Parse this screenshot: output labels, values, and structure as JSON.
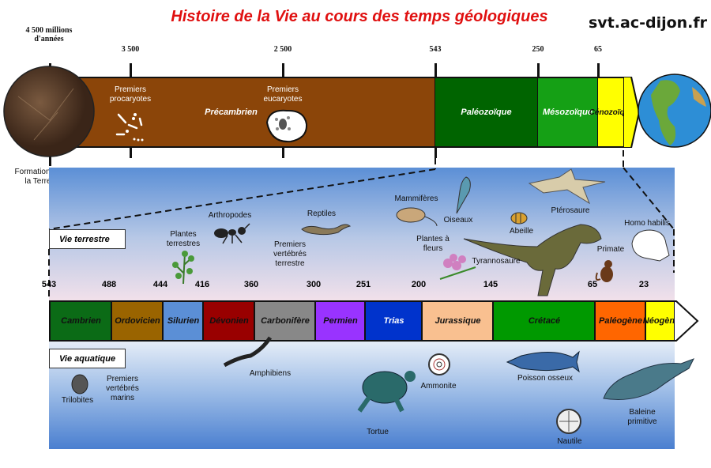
{
  "title": "Histoire de la Vie au cours des temps géologiques",
  "site": "svt.ac-dijon.fr",
  "top_timeline": {
    "start_label_1": "4 500 millions",
    "start_label_2": "d'années",
    "ticks": [
      "3 500",
      "2 500",
      "543",
      "250",
      "65"
    ],
    "eras": [
      "Précambrien",
      "Paléozoïque",
      "Mésozoïque",
      "Cénozoïque"
    ],
    "events": {
      "procaryotes_1": "Premiers",
      "procaryotes_2": "procaryotes",
      "eucaryotes_1": "Premiers",
      "eucaryotes_2": "eucaryotes"
    },
    "formation_1": "Formation de",
    "formation_2": "la Terre",
    "colors": {
      "precambrian": "#8b4509",
      "paleozoic": "#006400",
      "mesozoic": "#15a015",
      "cenozoic": "#ffff00"
    }
  },
  "bottom_timeline": {
    "ticks": [
      "543",
      "488",
      "444",
      "416",
      "360",
      "300",
      "251",
      "200",
      "145",
      "65",
      "23"
    ],
    "periods": [
      "Cambrien",
      "Ordovicien",
      "Silurien",
      "Dévonien",
      "Carbonifère",
      "Permien",
      "Trias",
      "Jurassique",
      "Crétacé",
      "Paléogène",
      "Néogène"
    ],
    "vie_terrestre": "Vie terrestre",
    "vie_aquatique": "Vie aquatique"
  },
  "terrestrial": {
    "arthropodes": "Arthropodes",
    "plantes_1": "Plantes",
    "plantes_2": "terrestres",
    "reptiles": "Reptiles",
    "vt_1": "Premiers",
    "vt_2": "vertébrés",
    "vt_3": "terrestre",
    "mammiferes": "Mammifères",
    "oiseaux": "Oiseaux",
    "fleurs_1": "Plantes à",
    "fleurs_2": "fleurs",
    "tyrannosaure": "Tyrannosaure",
    "abeille": "Abeille",
    "pterosaure": "Ptérosaure",
    "primate": "Primate",
    "homo": "Homo habilis"
  },
  "aquatic": {
    "trilobites": "Trilobites",
    "vm_1": "Premiers",
    "vm_2": "vertébrés",
    "vm_3": "marins",
    "amphibiens": "Amphibiens",
    "tortue": "Tortue",
    "ammonite": "Ammonite",
    "poisson": "Poisson osseux",
    "nautile": "Nautile",
    "baleine_1": "Baleine",
    "baleine_2": "primitive"
  }
}
